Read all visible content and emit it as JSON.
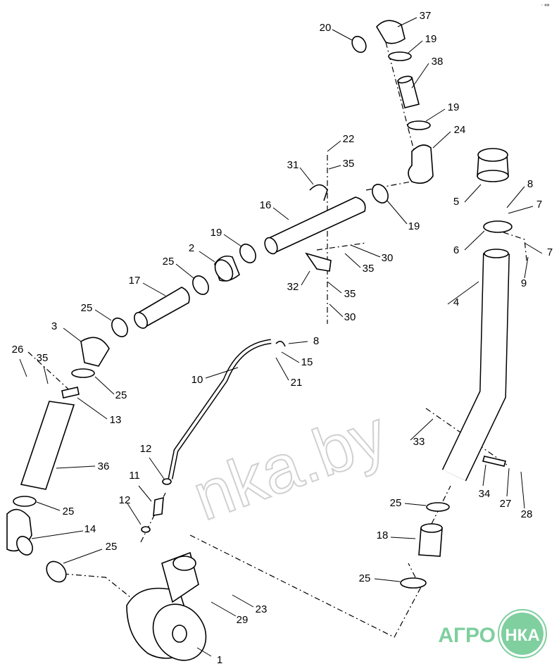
{
  "corner_code": "~ ■■",
  "watermark": "nka.by",
  "logo": {
    "left": "АГРО",
    "right": "НКА",
    "color": "#7fcf9f"
  },
  "callouts": [
    "20",
    "37",
    "19",
    "38",
    "19",
    "24",
    "22",
    "35",
    "31",
    "5",
    "8",
    "7",
    "19",
    "16",
    "19",
    "6",
    "7",
    "9",
    "2",
    "30",
    "35",
    "25",
    "32",
    "35",
    "4",
    "17",
    "30",
    "25",
    "3",
    "8",
    "15",
    "26",
    "35",
    "21",
    "10",
    "25",
    "13",
    "33",
    "36",
    "12",
    "11",
    "34",
    "27",
    "28",
    "25",
    "25",
    "12",
    "14",
    "18",
    "25",
    "25",
    "23",
    "29",
    "1"
  ]
}
